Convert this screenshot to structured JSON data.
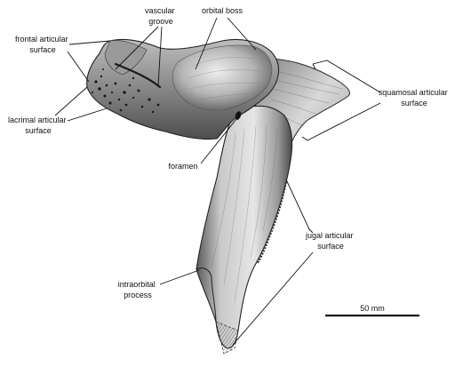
{
  "labels": {
    "frontal_articular_surface": [
      "frontal articular",
      "surface"
    ],
    "vascular_groove": [
      "vascular",
      "groove"
    ],
    "orbital_boss": [
      "orbital boss"
    ],
    "lacrimal_articular_surface": [
      "lacrimal articular",
      "surface"
    ],
    "squamosal_articular_surface": [
      "squamosal articular",
      "surface"
    ],
    "foramen": [
      "foramen"
    ],
    "jugal_articular_surface": [
      "jugal articular",
      "surface"
    ],
    "intraorbital_process": [
      "intraorbital",
      "process"
    ]
  },
  "scale_bar": {
    "label": "50 mm"
  },
  "colors": {
    "ink": "#111111",
    "bone_light": "#d9d9d9",
    "bone_mid": "#a6a6a6",
    "bone_dark": "#3a3a3a",
    "background": "#ffffff"
  }
}
